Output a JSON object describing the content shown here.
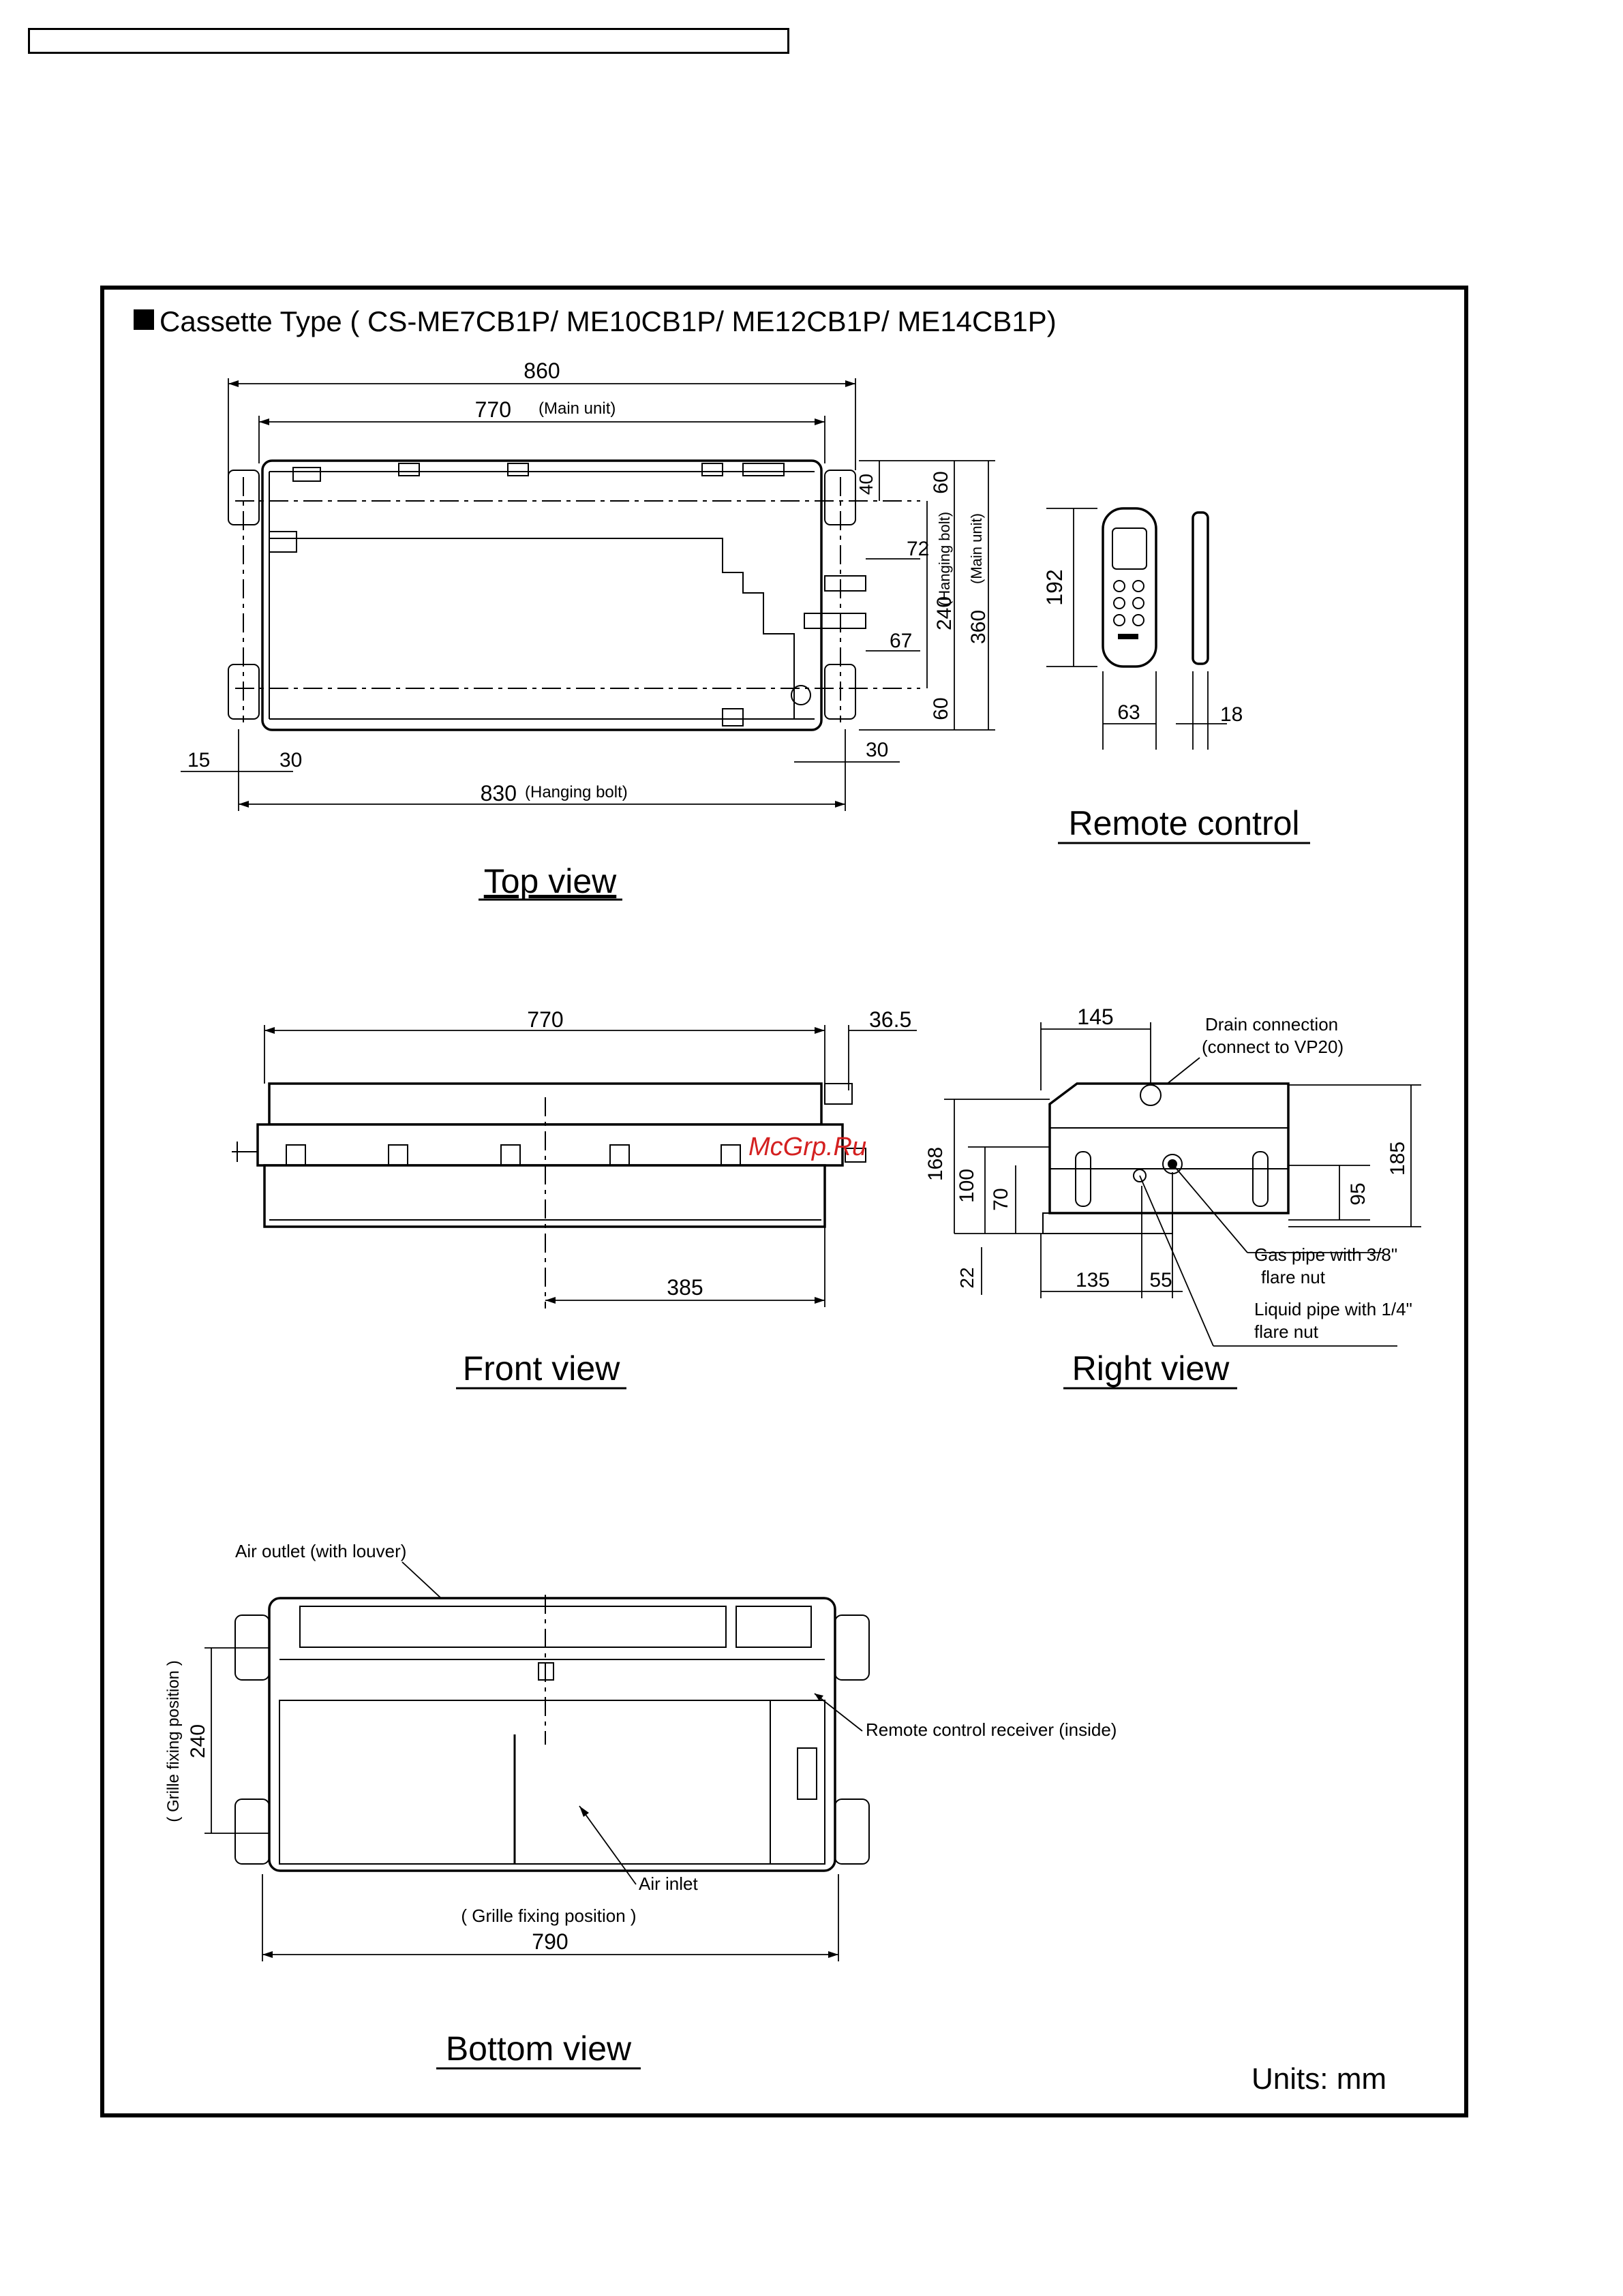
{
  "title": "Cassette Type ( CS-ME7CB1P/ ME10CB1P/ ME12CB1P/ ME14CB1P)",
  "units": "Units: mm",
  "watermark": "McGrp.Ru",
  "views": {
    "top": "Top view",
    "remote": "Remote control",
    "front": "Front view",
    "right": "Right view",
    "bottom": "Bottom view"
  },
  "top_dims": {
    "overall": "860",
    "main_unit": "770",
    "main_unit_note": "(Main unit)",
    "d40": "40",
    "d60a": "60",
    "d72": "72",
    "d67": "67",
    "d240": "240",
    "d240_note": "(Hanging bolt)",
    "d360": "360",
    "d360_note": "(Main unit)",
    "d60b": "60",
    "d15": "15",
    "d30a": "30",
    "d30b": "30",
    "d830": "830",
    "d830_note": "(Hanging bolt)"
  },
  "remote_dims": {
    "height": "192",
    "width": "63",
    "depth": "18"
  },
  "front_dims": {
    "length": "770",
    "pipe": "36.5",
    "center": "385"
  },
  "right_dims": {
    "d145": "145",
    "d168": "168",
    "d100": "100",
    "d70": "70",
    "d22": "22",
    "d135": "135",
    "d55": "55",
    "d95": "95",
    "d185": "185",
    "drain_line1": "Drain connection",
    "drain_line2": "(connect to VP20)",
    "gas_line1": "Gas pipe with 3/8\"",
    "gas_line2": "flare nut",
    "liquid_line1": "Liquid pipe with 1/4\"",
    "liquid_line2": "flare nut"
  },
  "bottom_labels": {
    "air_outlet": "Air outlet (with louver)",
    "receiver": "Remote control receiver (inside)",
    "air_inlet": "Air inlet",
    "grille_side_dim": "240",
    "grille_side_note": "( Grille fixing position )",
    "grille_bottom_note": "( Grille fixing position )",
    "grille_bottom_dim": "790"
  }
}
